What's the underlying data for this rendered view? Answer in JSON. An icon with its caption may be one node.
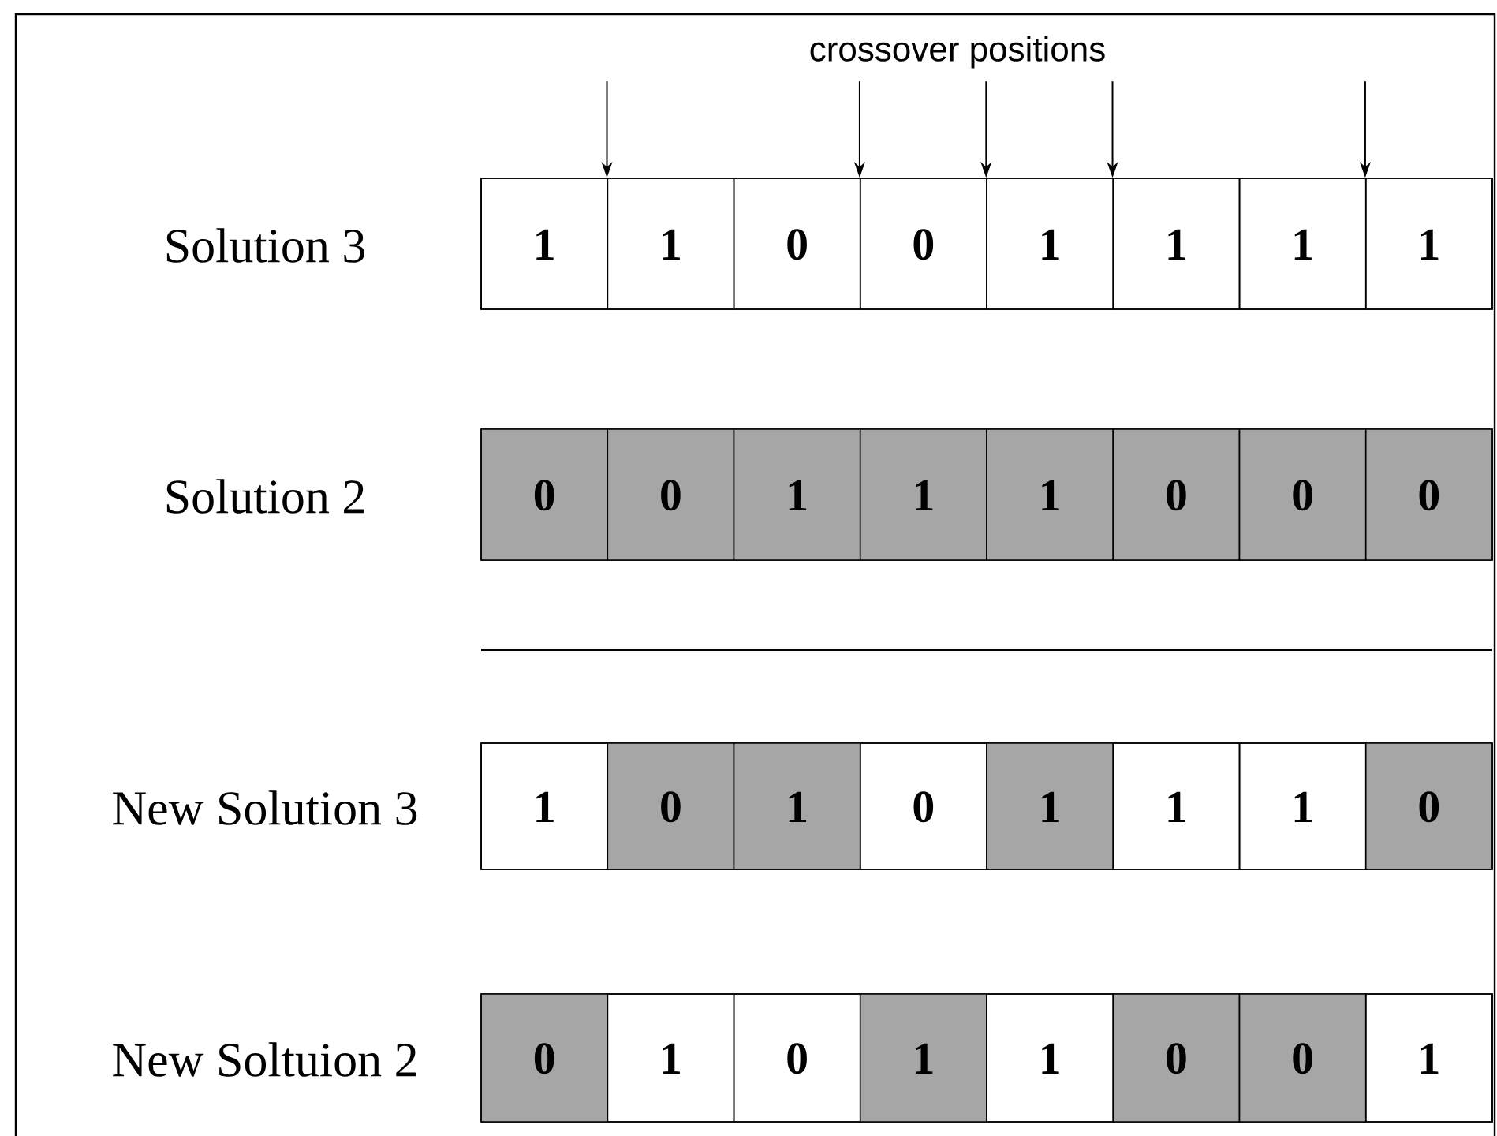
{
  "diagram": {
    "nodes": [
      {
        "text": [
          "Solution 3"
        ]
      },
      {
        "text": [
          "1"
        ],
        "in": 0
      },
      {
        "text": [
          "1"
        ],
        "in": 0
      },
      {
        "text": [
          "0"
        ],
        "in": 0
      },
      {
        "text": [
          "0"
        ],
        "in": 0
      },
      {
        "text": [
          "1"
        ],
        "in": 0
      },
      {
        "text": [
          "1"
        ],
        "in": 0
      },
      {
        "text": [
          "1"
        ],
        "in": 0
      },
      {
        "text": [
          "1"
        ],
        "in": 0
      },
      {
        "text": [
          "Solution 2"
        ]
      },
      {
        "text": [
          "0"
        ],
        "in": 9
      },
      {
        "text": [
          "0"
        ],
        "in": 9
      },
      {
        "text": [
          "1"
        ],
        "in": 9
      },
      {
        "text": [
          "1"
        ],
        "in": 9
      },
      {
        "text": [
          "1"
        ],
        "in": 9
      },
      {
        "text": [
          "0"
        ],
        "in": 9
      },
      {
        "text": [
          "0"
        ],
        "in": 9
      },
      {
        "text": [
          "0"
        ],
        "in": 9
      },
      {
        "text": [
          "New Solution 3"
        ]
      },
      {
        "text": [
          "1"
        ],
        "in": 18
      },
      {
        "text": [
          "0"
        ],
        "in": 18
      },
      {
        "text": [
          "1"
        ],
        "in": 18
      },
      {
        "text": [
          "0"
        ],
        "in": 18
      },
      {
        "text": [
          "1"
        ],
        "in": 18
      },
      {
        "text": [
          "1"
        ],
        "in": 18
      },
      {
        "text": [
          "1"
        ],
        "in": 18
      },
      {
        "text": [
          "0"
        ],
        "in": 18
      },
      {
        "text": [
          "New Soltuion 2"
        ]
      },
      {
        "text": [
          "0"
        ],
        "in": 27
      },
      {
        "text": [
          "1"
        ],
        "in": 27
      },
      {
        "text": [
          "0"
        ],
        "in": 27
      },
      {
        "text": [
          "1"
        ],
        "in": 27
      },
      {
        "text": [
          "1"
        ],
        "in": 27
      },
      {
        "text": [
          "0"
        ],
        "in": 27
      },
      {
        "text": [
          "0"
        ],
        "in": 27
      },
      {
        "text": [
          "1"
        ],
        "in": 27
      }
    ],
    "edges": [
      {
        "from": null,
        "to": 2,
        "arrow": "to"
      },
      {
        "from": null,
        "to": 4,
        "arrow": "to"
      },
      {
        "from": null,
        "to": 5,
        "arrow": "to"
      },
      {
        "from": null,
        "to": 6,
        "arrow": "to"
      },
      {
        "from": null,
        "to": 8,
        "arrow": "to"
      }
    ],
    "labels": [
      "crossover positions"
    ]
  }
}
